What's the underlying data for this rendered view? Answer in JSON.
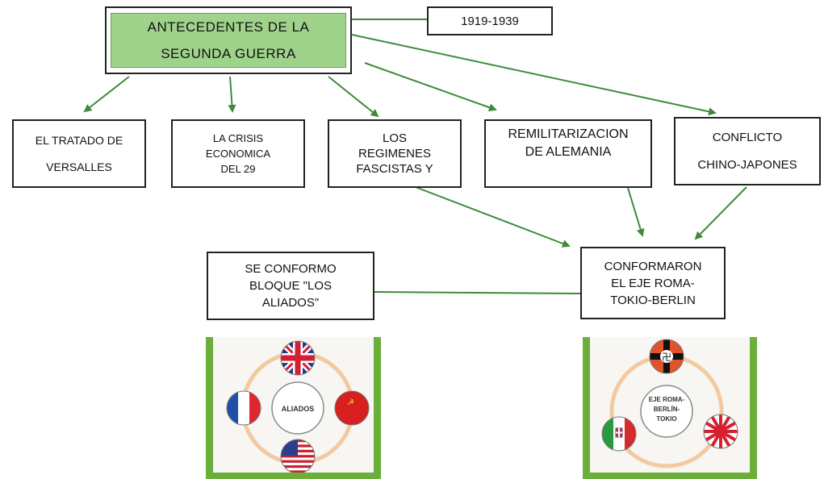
{
  "title": {
    "line1": "ANTECEDENTES DE LA",
    "line2": "SEGUNDA GUERRA"
  },
  "years": "1919-1939",
  "causes": [
    {
      "lines": [
        "EL TRATADO DE",
        "VERSALLES"
      ]
    },
    {
      "lines": [
        "LA CRISIS",
        "ECONOMICA",
        "DEL 29"
      ]
    },
    {
      "lines": [
        "LOS",
        "REGIMENES",
        "FASCISTAS Y"
      ]
    },
    {
      "lines": [
        "REMILITARIZACION",
        "DE ALEMANIA"
      ]
    },
    {
      "lines": [
        "CONFLICTO",
        "CHINO-JAPONES"
      ]
    }
  ],
  "allies_box": {
    "lines": [
      "SE CONFORMO",
      "BLOQUE \"LOS",
      "ALIADOS\""
    ]
  },
  "axis_box": {
    "lines": [
      "CONFORMARON",
      "EL EJE ROMA-",
      "TOKIO-BERLIN"
    ]
  },
  "allies_panel": {
    "center_label": "ALIADOS"
  },
  "axis_panel": {
    "center_lines": [
      "EJE ROMA-",
      "BERLÍN-",
      "TOKIO"
    ]
  },
  "colors": {
    "title_fill": "#9fd28a",
    "arrow": "#3f8a3a",
    "panel_border": "#6bae3a",
    "ring": "#f3c9a0"
  }
}
